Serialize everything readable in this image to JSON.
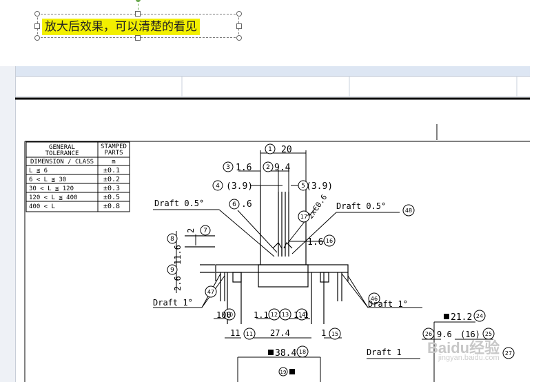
{
  "textbox": {
    "text": "放大后效果，可以清楚的看见"
  },
  "tolerance_table": {
    "title_left": "GENERAL\nTOLERANCE",
    "title_right": "STAMPED\nPARTS",
    "sub_left": "DIMENSION / CLASS",
    "sub_right": "m",
    "rows": [
      [
        "L ≦ 6",
        "±0.1"
      ],
      [
        "6  < L ≦ 30",
        "±0.2"
      ],
      [
        "30  < L ≦ 120",
        "±0.3"
      ],
      [
        "120 < L ≦ 400",
        "±0.5"
      ],
      [
        "400 < L",
        "±0.8"
      ]
    ]
  },
  "dims": {
    "d1": "20",
    "d3": "1.6",
    "d2": "9.4",
    "d4": "(3.9)",
    "d5": "(3.9)",
    "d6": ".6",
    "d17": "2xC0.6",
    "d16": "1.6",
    "d7": "2",
    "d8": "11.6",
    "d9": "2.6",
    "d10": "100",
    "d12": "1.1",
    "d14": "1.1",
    "d11": "11",
    "d_mid": "27.4",
    "d15": "1",
    "d18": "38.4",
    "d24": "21.2",
    "d26": "9.6",
    "d25": "(16)",
    "d27": ""
  },
  "labels": {
    "draft_05_left": "Draft  0.5°",
    "draft_05_right": "Draft  0.5°",
    "draft_1_left": "Draft  1°",
    "draft_1_right": "Draft  1°",
    "draft_bottom": "Draft  1"
  },
  "callouts": [
    "1",
    "2",
    "3",
    "4",
    "5",
    "6",
    "7",
    "8",
    "9",
    "10",
    "11",
    "12",
    "13",
    "14",
    "15",
    "16",
    "17",
    "18",
    "24",
    "25",
    "26",
    "27",
    "46",
    "47",
    "48"
  ],
  "watermark": {
    "brand": "Baidu经验",
    "url": "jingyan.baidu.com"
  }
}
